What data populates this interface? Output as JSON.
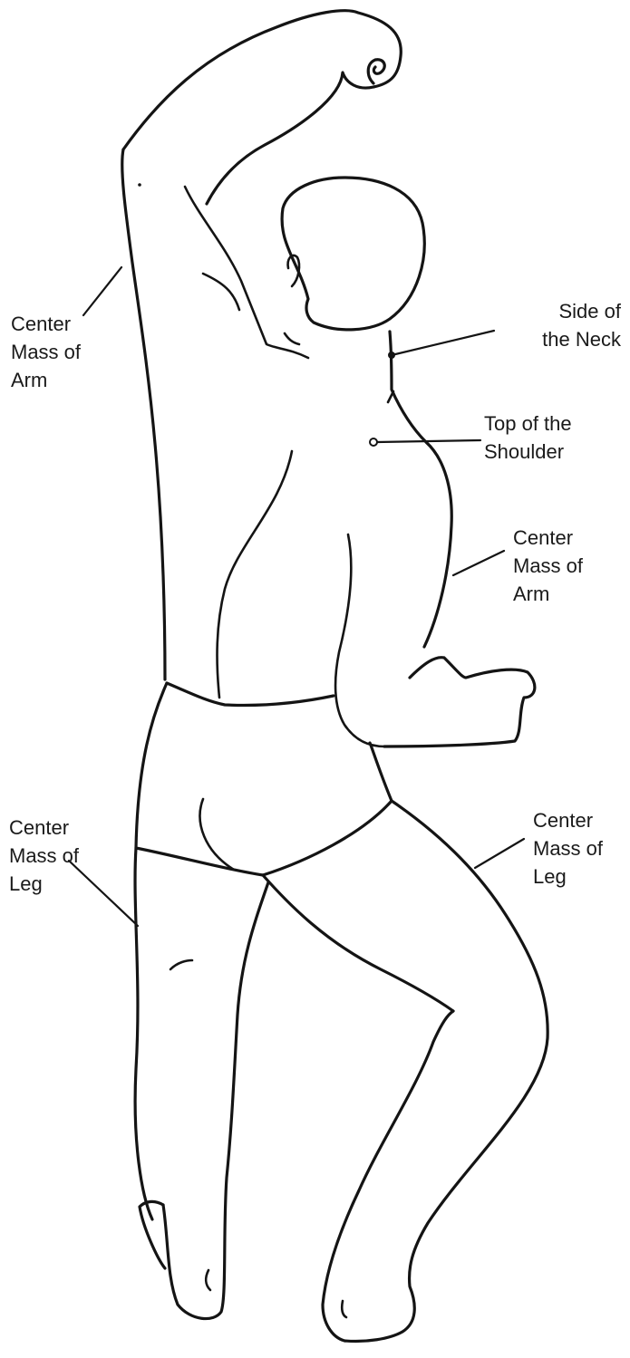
{
  "labels": {
    "arm_left": {
      "lines": [
        "Center",
        "Mass of",
        "Arm"
      ]
    },
    "neck": {
      "lines": [
        "Side of",
        "the Neck"
      ]
    },
    "shoulder": {
      "lines": [
        "Top of the",
        "Shoulder"
      ]
    },
    "arm_right": {
      "lines": [
        "Center",
        "Mass of",
        "Arm"
      ]
    },
    "leg_left": {
      "lines": [
        "Center",
        "Mass of",
        "Leg"
      ]
    },
    "leg_right": {
      "lines": [
        "Center",
        "Mass of",
        "Leg"
      ]
    }
  },
  "colors": {
    "ink": "#141414",
    "paper": "#ffffff"
  }
}
